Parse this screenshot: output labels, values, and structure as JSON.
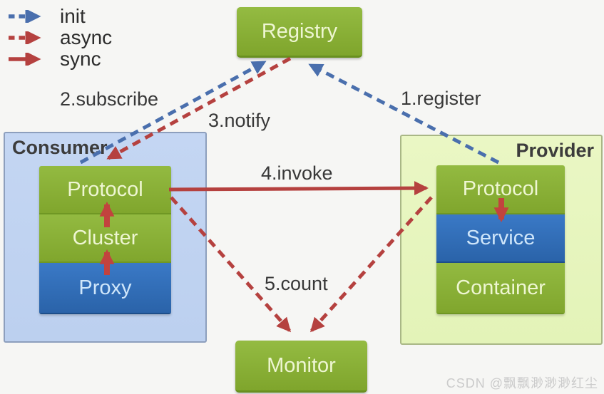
{
  "legend": {
    "items": [
      {
        "id": "init",
        "label": "init",
        "line": "dashed",
        "color": "#4a6fad"
      },
      {
        "id": "async",
        "label": "async",
        "line": "dashed",
        "color": "#b5413f"
      },
      {
        "id": "sync",
        "label": "sync",
        "line": "solid",
        "color": "#b5413f"
      }
    ]
  },
  "nodes": {
    "registry": {
      "label": "Registry"
    },
    "monitor": {
      "label": "Monitor"
    },
    "consumer": {
      "title": "Consumer",
      "layers": [
        {
          "label": "Protocol",
          "type": "green"
        },
        {
          "label": "Cluster",
          "type": "green"
        },
        {
          "label": "Proxy",
          "type": "blue"
        }
      ]
    },
    "provider": {
      "title": "Provider",
      "layers": [
        {
          "label": "Protocol",
          "type": "green"
        },
        {
          "label": "Service",
          "type": "blue"
        },
        {
          "label": "Container",
          "type": "green"
        }
      ]
    }
  },
  "edges": {
    "register": {
      "label": "1.register",
      "style": "init-dashed-blue"
    },
    "subscribe": {
      "label": "2.subscribe",
      "style": "init-dashed-blue"
    },
    "notify": {
      "label": "3.notify",
      "style": "async-dashed-red"
    },
    "invoke": {
      "label": "4.invoke",
      "style": "sync-solid-red"
    },
    "count": {
      "label": "5.count",
      "style": "async-dashed-red"
    }
  },
  "watermark": {
    "text": "CSDN @飘飘渺渺渺红尘"
  },
  "colors": {
    "arrow_blue": "#4a6fad",
    "arrow_red": "#b5413f",
    "node_green": "#8ab432",
    "node_blue": "#2e6eb5",
    "consumer_bg": "#bfd3f0",
    "provider_bg": "#e7f5bf",
    "background": "#f6f6f4"
  }
}
